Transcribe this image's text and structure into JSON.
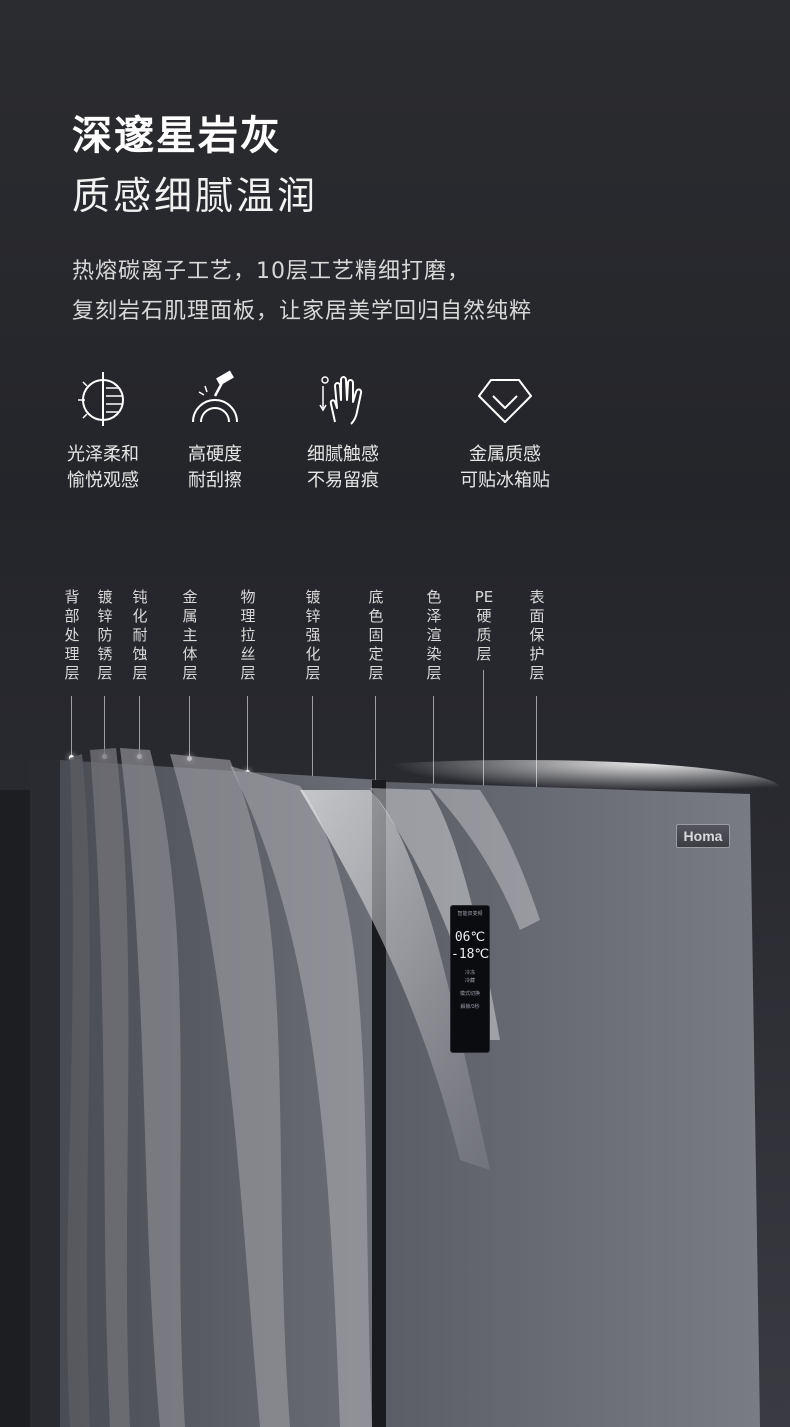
{
  "heading": {
    "title": "深邃星岩灰",
    "subtitle": "质感细腻温润"
  },
  "description": {
    "line1": "热熔碳离子工艺，10层工艺精细打磨，",
    "line2": "复刻岩石肌理面板，让家居美学回归自然纯粹"
  },
  "features": [
    {
      "icon": "half-circle-gloss-icon",
      "line1": "光泽柔和",
      "line2": "愉悦观感"
    },
    {
      "icon": "hammer-arc-icon",
      "line1": "高硬度",
      "line2": "耐刮擦"
    },
    {
      "icon": "hand-touch-icon",
      "line1": "细腻触感",
      "line2": "不易留痕"
    },
    {
      "icon": "diamond-icon",
      "line1": "金属质感",
      "line2": "可贴冰箱贴"
    }
  ],
  "layers": [
    "背部处理层",
    "镀锌防锈层",
    "钝化耐蚀层",
    "金属主体层",
    "物理拉丝层",
    "镀锌强化层",
    "底色固定层",
    "色泽渲染层",
    "PE硬质层",
    "表面保护层"
  ],
  "product": {
    "brand": "Homa",
    "panel_title": "智能双变频",
    "fridge_temp": "06℃",
    "freezer_temp": "-18℃",
    "panel_labels": [
      "冷冻",
      "冷藏",
      "模式切换",
      "解锁/3秒"
    ]
  },
  "colors": {
    "background": "#26272c",
    "panel_gray": "#6d6f77",
    "accent_white": "#ffffff"
  }
}
